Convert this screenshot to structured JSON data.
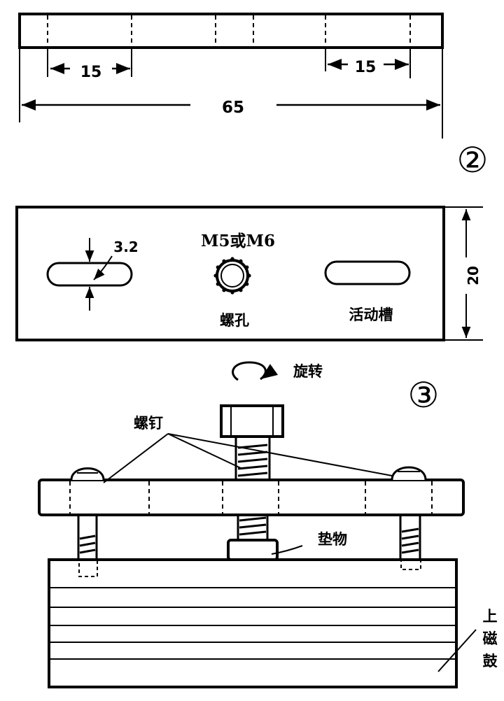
{
  "dims": {
    "left": "15",
    "right": "15",
    "overall": "65",
    "height": "20",
    "slot_width": "3.2"
  },
  "plate": {
    "thread_spec": "M5或M6",
    "screw_hole": "螺孔",
    "slot": "活动槽"
  },
  "steps": {
    "two": "②",
    "three": "③"
  },
  "rotate": "旋转",
  "assembly": {
    "screws": "螺钉",
    "spacer": "垫物",
    "drum_1": "上",
    "drum_2": "磁",
    "drum_3": "鼓"
  }
}
